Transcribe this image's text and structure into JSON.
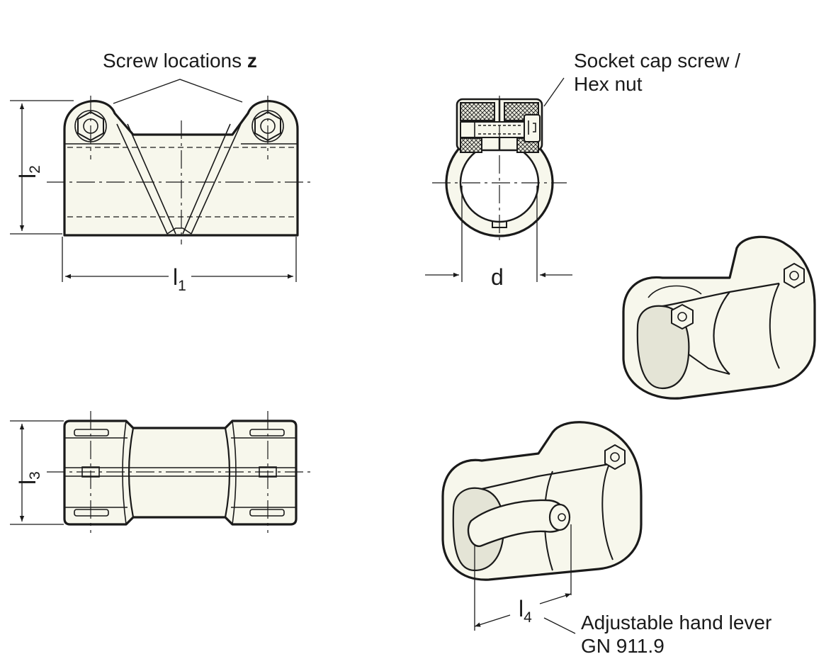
{
  "labels": {
    "screw_locations": "Screw locations ",
    "screw_locations_var": "z",
    "socket_cap_line1": "Socket cap screw /",
    "socket_cap_line2": "Hex nut",
    "hand_lever_line1": "Adjustable hand lever",
    "hand_lever_line2": "GN 911.9"
  },
  "dimensions": {
    "l1": {
      "letter": "l",
      "sub": "1"
    },
    "l2": {
      "letter": "l",
      "sub": "2"
    },
    "l3": {
      "letter": "l",
      "sub": "3"
    },
    "l4": {
      "letter": "l",
      "sub": "4"
    },
    "d": {
      "letter": "d"
    }
  },
  "colors": {
    "part_fill": "#f7f7ec",
    "line": "#1a1a1a",
    "background": "#ffffff"
  }
}
